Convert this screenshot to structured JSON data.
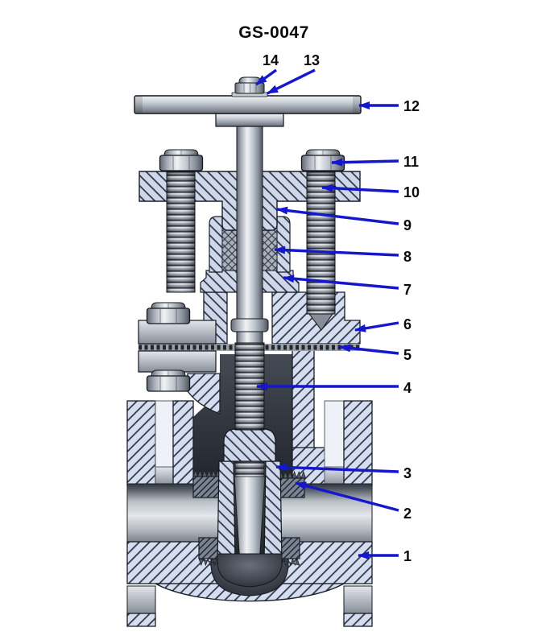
{
  "title": "GS-0047",
  "callouts": [
    {
      "label": "1"
    },
    {
      "label": "2"
    },
    {
      "label": "3"
    },
    {
      "label": "4"
    },
    {
      "label": "5"
    },
    {
      "label": "6"
    },
    {
      "label": "7"
    },
    {
      "label": "8"
    },
    {
      "label": "9"
    },
    {
      "label": "10"
    },
    {
      "label": "11"
    },
    {
      "label": "12"
    },
    {
      "label": "13"
    },
    {
      "label": "14"
    }
  ],
  "colors": {
    "arrow": "#1517cd",
    "label": "#0a0a0a",
    "section_fill": "#d5def0",
    "hatch_line": "#2b3140",
    "background": "#ffffff"
  }
}
